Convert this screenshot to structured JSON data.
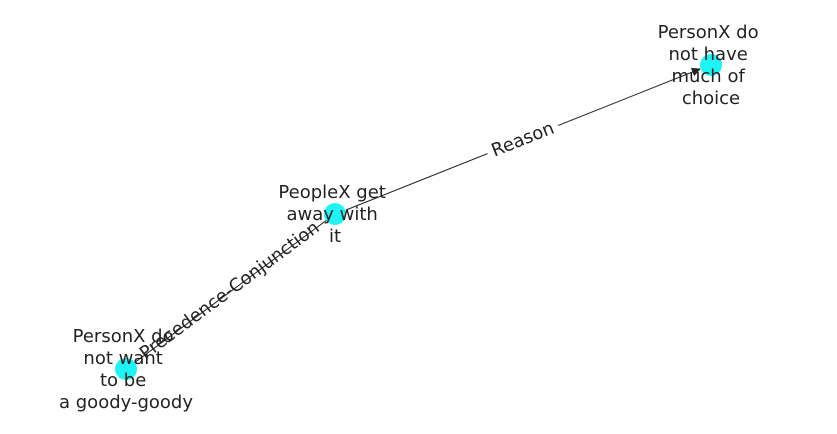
{
  "graph": {
    "node_color": "#1ef4f4",
    "edge_color": "#222222",
    "nodes": [
      {
        "id": "n1",
        "label_lines": [
          "PersonX do",
          "not have",
          "much of",
          "choice"
        ]
      },
      {
        "id": "n2",
        "label_lines": [
          "PeopleX get",
          "away with",
          "it"
        ]
      },
      {
        "id": "n3",
        "label_lines": [
          "PersonX do",
          "not want",
          "to be",
          "a goody-goody"
        ]
      }
    ],
    "edges": [
      {
        "from": "n2",
        "to": "n1",
        "label": "Reason"
      },
      {
        "from": "n3",
        "to": "n2",
        "label": "Precedence-Conjunction"
      }
    ]
  }
}
